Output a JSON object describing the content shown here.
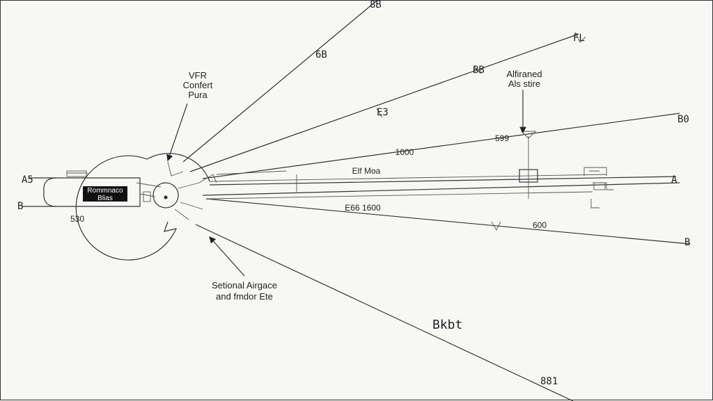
{
  "callouts": {
    "vfr": [
      "VFR",
      "Confert",
      "Pura"
    ],
    "airframe": [
      "Alfiraned",
      "Als stire"
    ],
    "sectional": [
      "Setional Airgace",
      "and fmdor Ete"
    ]
  },
  "badge": {
    "line1": "Rommnaco",
    "line2": "Blias"
  },
  "altitudes": {
    "a1000": "1000",
    "a599": "599",
    "elf": "Elf Moa",
    "e1600": "E66 1600",
    "a600": "600",
    "a530": "530"
  },
  "marks": {
    "top": "8B",
    "m1": "6B",
    "m2": "E3",
    "m3": "BB",
    "right_a": "FL",
    "right_b": "B0",
    "right_c": "A",
    "right_d": "B",
    "bottom": "881",
    "left_a": "A5",
    "left_b": "B",
    "lower_sig": "Bkbt"
  }
}
